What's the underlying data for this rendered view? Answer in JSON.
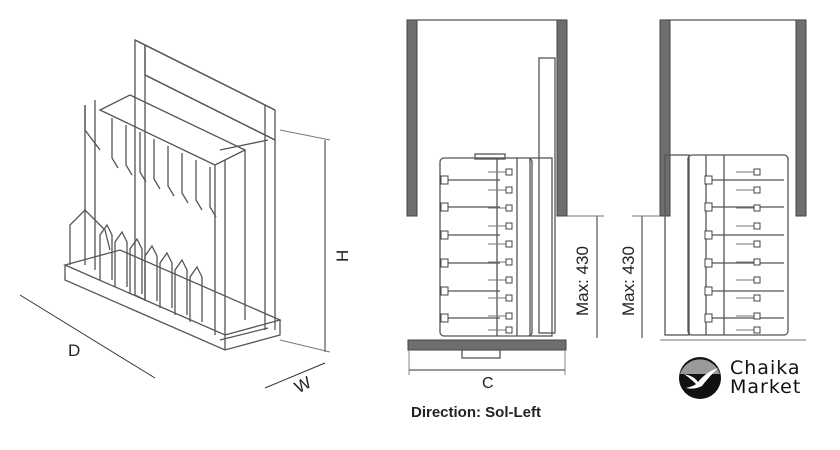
{
  "diagram": {
    "iso_labels": {
      "depth": "D",
      "width": "W",
      "height": "H"
    },
    "left_view": {
      "max_height": "Max: 430",
      "width_label": "C",
      "direction": "Direction: Sol-Left"
    },
    "right_view": {
      "max_height": "Max: 430"
    }
  },
  "logo": {
    "line1": "Chaika",
    "line2": "Market"
  }
}
